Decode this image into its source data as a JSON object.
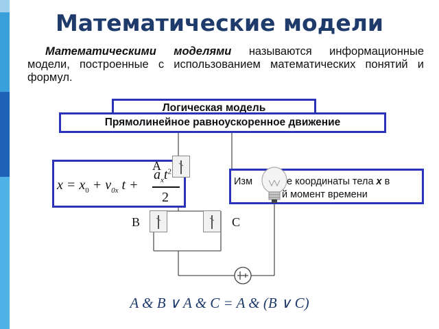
{
  "title": "Математические модели",
  "intro": {
    "bold_term": "Математическими моделями",
    "rest": " называются информационные модели, построенные с использованием математических понятий и формул."
  },
  "boxes": {
    "logic_model": "Логическая модель",
    "motion": "Прямолинейное равноускоренное движение",
    "description_left": "Изм",
    "description_mid": "не координаты тела ",
    "description_var": "x",
    "description_end": " в",
    "description_line2": "й момент времени"
  },
  "labels": {
    "a": "A",
    "b": "B",
    "c": "C"
  },
  "formula": {
    "lhs": "x = x",
    "sub0": "0",
    "plus1": " + v",
    "sub0x": "0x",
    "t": " t +",
    "num": "a",
    "numsub": "x",
    "numt": "t",
    "num_exp": "2",
    "den": "2"
  },
  "equation": "A & B ∨ A & C = A & (B ∨ C)",
  "colors": {
    "accent": "#2a33b8",
    "title": "#1f3b6b",
    "sidebar_top": "#1e63b8",
    "sidebar_mid": "#3aa0dc"
  }
}
